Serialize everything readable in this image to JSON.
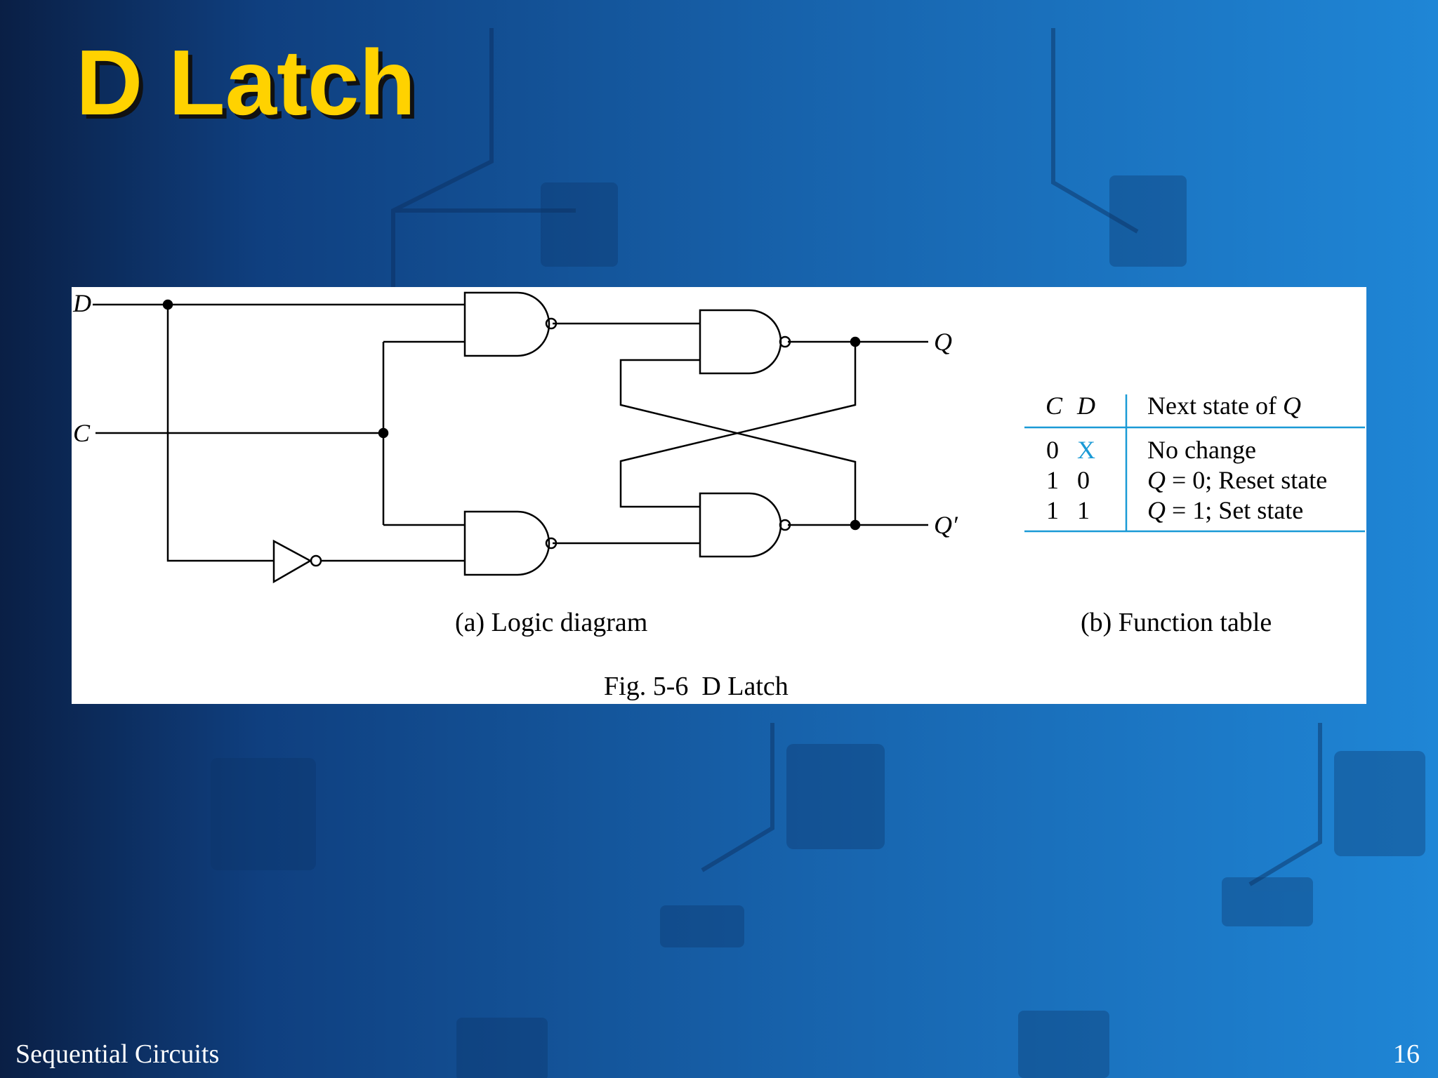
{
  "slide": {
    "title": "D Latch",
    "footer_left": "Sequential Circuits",
    "page_number": "16"
  },
  "figure": {
    "labels": {
      "d_input": "D",
      "c_input": "C",
      "q_output": "Q",
      "q_not_output": "Q′"
    },
    "logic_caption": "(a) Logic diagram",
    "table_caption": "(b) Function table",
    "figure_caption": "Fig. 5-6  D Latch",
    "function_table": {
      "header_c": "C",
      "header_d": "D",
      "header_next": "Next state of",
      "header_q": "Q",
      "rows": [
        {
          "c": "0",
          "d": "X",
          "next_q": "",
          "next_text": "No change"
        },
        {
          "c": "1",
          "d": "0",
          "next_q": "Q",
          "next_text": " = 0; Reset state"
        },
        {
          "c": "1",
          "d": "1",
          "next_q": "Q",
          "next_text": " = 1; Set state"
        }
      ],
      "highlight_color": "#1a9ad6"
    }
  }
}
